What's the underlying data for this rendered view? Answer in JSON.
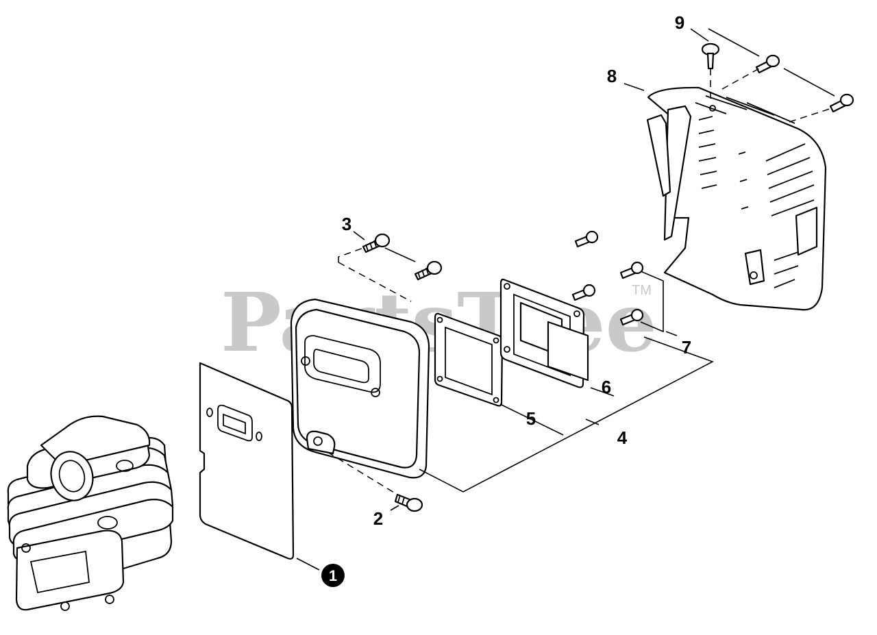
{
  "watermark": {
    "text": "PartsTree",
    "trademark": "TM"
  },
  "callouts": [
    {
      "id": "1",
      "label": "1",
      "style": "filled-circle"
    },
    {
      "id": "2",
      "label": "2"
    },
    {
      "id": "3",
      "label": "3"
    },
    {
      "id": "4",
      "label": "4"
    },
    {
      "id": "5",
      "label": "5"
    },
    {
      "id": "6",
      "label": "6"
    },
    {
      "id": "7",
      "label": "7"
    },
    {
      "id": "8",
      "label": "8"
    },
    {
      "id": "9",
      "label": "9"
    }
  ],
  "colors": {
    "line": "#000000",
    "background": "#ffffff",
    "watermark": "#c9c9c9"
  }
}
